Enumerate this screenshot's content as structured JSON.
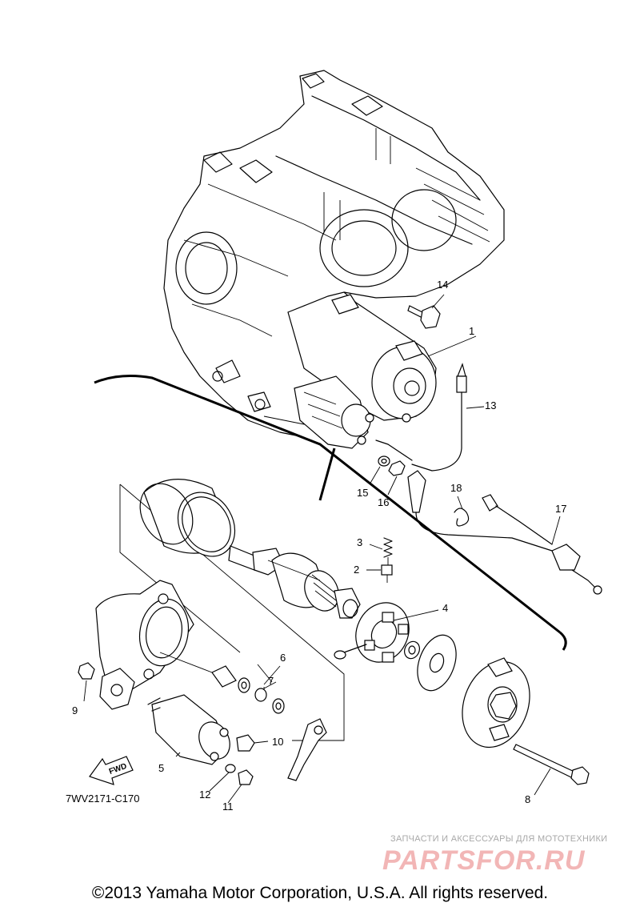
{
  "diagram": {
    "code": "7WV2171-C170",
    "callouts": {
      "c1": "1",
      "c2": "2",
      "c3": "3",
      "c4": "4",
      "c5": "5",
      "c6": "6",
      "c7": "7",
      "c8": "8",
      "c9": "9",
      "c10": "10",
      "c11": "11",
      "c12": "12",
      "c13": "13",
      "c14": "14",
      "c15": "15",
      "c16": "16",
      "c17": "17",
      "c18": "18"
    },
    "fwd_label": "FWD"
  },
  "watermark": {
    "tagline": "ЗАПЧАСТИ И АКСЕССУАРЫ ДЛЯ МОТОТЕХНИКИ",
    "logo": "PARTSFOR.RU"
  },
  "footer": {
    "copyright": "©2013 Yamaha Motor Corporation, U.S.A. All rights reserved."
  }
}
